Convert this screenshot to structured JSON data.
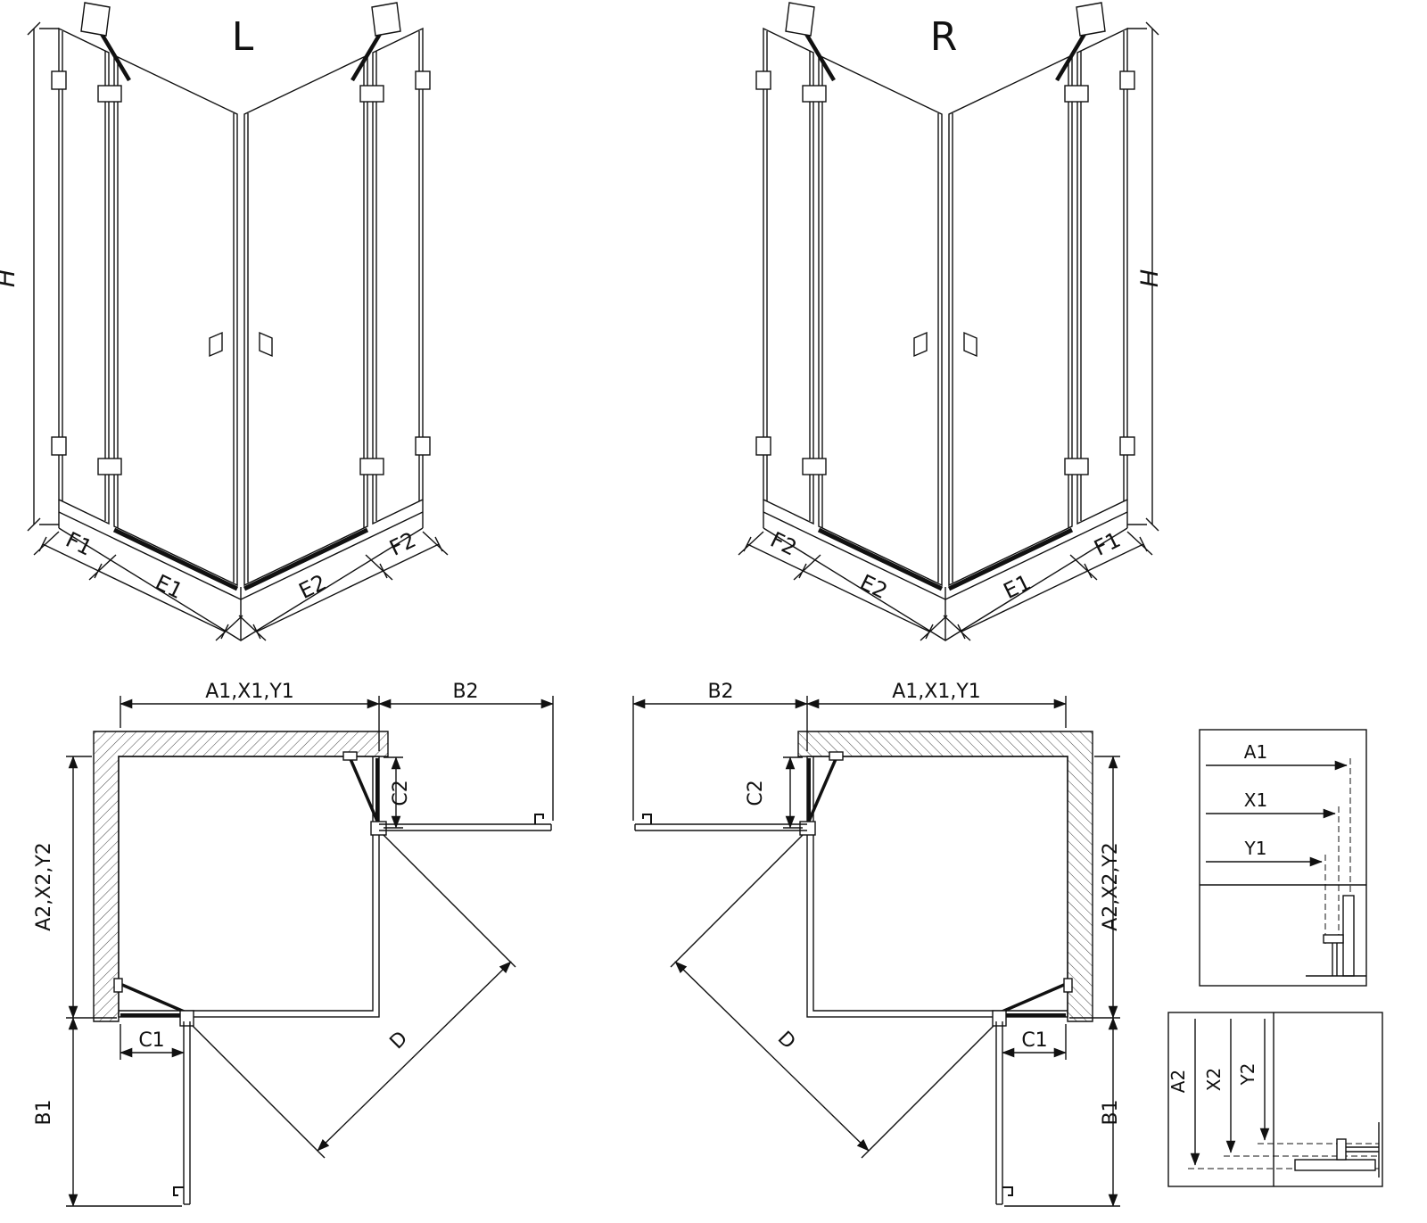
{
  "figure": {
    "background": "#ffffff",
    "line_color": "#111111"
  },
  "iso_left": {
    "title": "L",
    "dim_height": "H",
    "dim_front_left_outer": "F1",
    "dim_front_left_door": "E1",
    "dim_front_right_door": "E2",
    "dim_front_right_outer": "F2"
  },
  "iso_right": {
    "title": "R",
    "dim_height": "H",
    "dim_front_left_outer": "F2",
    "dim_front_left_door": "E2",
    "dim_front_right_door": "E1",
    "dim_front_right_outer": "F1"
  },
  "plan_left": {
    "dim_top_width": "A1,X1,Y1",
    "dim_top_door": "B2",
    "dim_side_fixed": "C2",
    "dim_side_depth": "A2,X2,Y2",
    "dim_bottom_door": "B1",
    "dim_bottom_fixed": "C1",
    "dim_diagonal": "D"
  },
  "plan_right": {
    "dim_top_width": "A1,X1,Y1",
    "dim_top_door": "B2",
    "dim_side_fixed": "C2",
    "dim_side_depth": "A2,X2,Y2",
    "dim_bottom_door": "B1",
    "dim_bottom_fixed": "C1",
    "dim_diagonal": "D"
  },
  "detail_top": {
    "dim_a1": "A1",
    "dim_x1": "X1",
    "dim_y1": "Y1"
  },
  "detail_bottom": {
    "dim_a2": "A2",
    "dim_x2": "X2",
    "dim_y2": "Y2"
  }
}
